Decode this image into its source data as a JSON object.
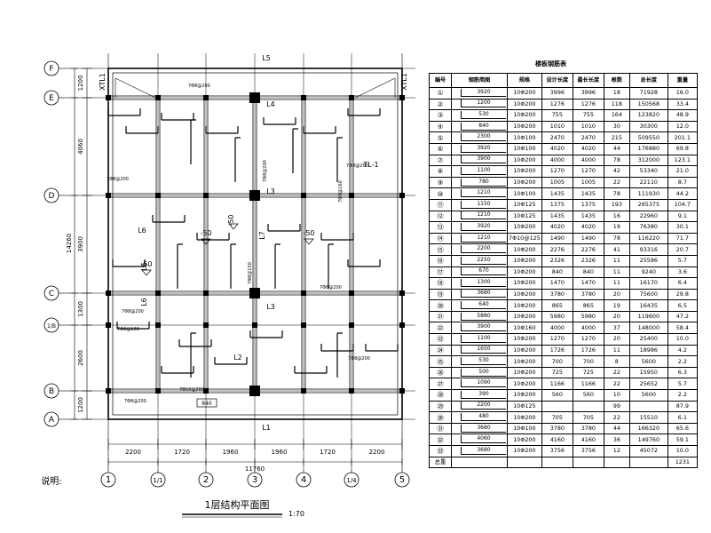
{
  "plan": {
    "title": "1层结构平面图",
    "scale": "1:70",
    "note_label": "说明:",
    "top_beam": "L5",
    "bottom_beam": "L1",
    "row_axes": [
      "F",
      "E",
      "D",
      "C",
      "1/B",
      "B",
      "A"
    ],
    "row_dims": [
      "1200",
      "4060",
      "3900",
      "1300",
      "2600",
      "1200"
    ],
    "total_height": "14260",
    "col_axes": [
      "1",
      "1/1",
      "2",
      "3",
      "4",
      "1/4",
      "5"
    ],
    "col_dims": [
      "2200",
      "1720",
      "1960",
      "1960",
      "1720",
      "2200"
    ],
    "total_width": "11760",
    "beam_labels": [
      "L4",
      "L3",
      "L7",
      "L3",
      "L2",
      "TL-1",
      "XTL1",
      "XTL1",
      "L6",
      "L6",
      "L6"
    ],
    "elevations": [
      "-50",
      "-50",
      "-50",
      "-50"
    ],
    "rebar_notes": [
      "7Φ8@200",
      "7Φ8@200",
      "7Φ8@200",
      "7Φ8@150",
      "7Φ8@200",
      "7Φ8@160",
      "7Φ10@200",
      "7Φ8@100",
      "7Φ8@200",
      "7Φ8@200",
      "7Φ8@200",
      "7Φ8@200"
    ],
    "stair_dim": "840"
  },
  "table": {
    "title": "楼板钢筋表",
    "headers": [
      "编号",
      "钢筋简图",
      "规格",
      "设计长度",
      "最长长度",
      "根数",
      "总长度",
      "重量"
    ],
    "rows": [
      {
        "no": "1",
        "shape": "3920",
        "spec": "10Φ200",
        "design": "3996",
        "max": "3996",
        "count": "18",
        "total": "71928",
        "weight": "16.0"
      },
      {
        "no": "2",
        "shape": "1200",
        "spec": "10Φ200",
        "design": "1276",
        "max": "1276",
        "count": "118",
        "total": "150568",
        "weight": "33.4"
      },
      {
        "no": "3",
        "shape": "530",
        "spec": "10Φ200",
        "design": "755",
        "max": "755",
        "count": "164",
        "total": "123820",
        "weight": "48.9"
      },
      {
        "no": "4",
        "shape": "840",
        "spec": "10Φ200",
        "design": "1010",
        "max": "1010",
        "count": "30",
        "total": "30300",
        "weight": "12.0"
      },
      {
        "no": "5",
        "shape": "2300",
        "spec": "10Φ100",
        "design": "2470",
        "max": "2470",
        "count": "215",
        "total": "509550",
        "weight": "201.1"
      },
      {
        "no": "6",
        "shape": "3920",
        "spec": "10Φ100",
        "design": "4020",
        "max": "4020",
        "count": "44",
        "total": "176880",
        "weight": "69.8"
      },
      {
        "no": "7",
        "shape": "3900",
        "spec": "10Φ200",
        "design": "4000",
        "max": "4000",
        "count": "78",
        "total": "312000",
        "weight": "123.1"
      },
      {
        "no": "8",
        "shape": "1100",
        "spec": "10Φ200",
        "design": "1270",
        "max": "1270",
        "count": "42",
        "total": "53340",
        "weight": "21.0"
      },
      {
        "no": "9",
        "shape": "780",
        "spec": "10Φ200",
        "design": "1005",
        "max": "1005",
        "count": "22",
        "total": "22110",
        "weight": "8.7"
      },
      {
        "no": "10",
        "shape": "1210",
        "spec": "10Φ100",
        "design": "1435",
        "max": "1435",
        "count": "78",
        "total": "111930",
        "weight": "44.2"
      },
      {
        "no": "11",
        "shape": "1150",
        "spec": "10Φ125",
        "design": "1375",
        "max": "1375",
        "count": "193",
        "total": "265375",
        "weight": "104.7"
      },
      {
        "no": "12",
        "shape": "1210",
        "spec": "10Φ125",
        "design": "1435",
        "max": "1435",
        "count": "16",
        "total": "22960",
        "weight": "9.1"
      },
      {
        "no": "13",
        "shape": "3920",
        "spec": "10Φ200",
        "design": "4020",
        "max": "4020",
        "count": "19",
        "total": "76380",
        "weight": "30.1"
      },
      {
        "no": "14",
        "shape": "1210",
        "spec": "7Φ10@125",
        "design": "1490",
        "max": "1490",
        "count": "78",
        "total": "116220",
        "weight": "71.7"
      },
      {
        "no": "15",
        "shape": "2200",
        "spec": "10Φ200",
        "design": "2276",
        "max": "2276",
        "count": "41",
        "total": "93316",
        "weight": "20.7"
      },
      {
        "no": "16",
        "shape": "2250",
        "spec": "10Φ200",
        "design": "2326",
        "max": "2326",
        "count": "11",
        "total": "25586",
        "weight": "5.7"
      },
      {
        "no": "17",
        "shape": "670",
        "spec": "10Φ200",
        "design": "840",
        "max": "840",
        "count": "11",
        "total": "9240",
        "weight": "3.6"
      },
      {
        "no": "18",
        "shape": "1300",
        "spec": "10Φ200",
        "design": "1470",
        "max": "1470",
        "count": "11",
        "total": "16170",
        "weight": "6.4"
      },
      {
        "no": "19",
        "shape": "3680",
        "spec": "10Φ200",
        "design": "3780",
        "max": "3780",
        "count": "20",
        "total": "75600",
        "weight": "29.8"
      },
      {
        "no": "20",
        "shape": "640",
        "spec": "10Φ200",
        "design": "865",
        "max": "865",
        "count": "19",
        "total": "16435",
        "weight": "6.5"
      },
      {
        "no": "21",
        "shape": "5880",
        "spec": "10Φ200",
        "design": "5980",
        "max": "5980",
        "count": "20",
        "total": "119600",
        "weight": "47.2"
      },
      {
        "no": "22",
        "shape": "3900",
        "spec": "10Φ160",
        "design": "4000",
        "max": "4000",
        "count": "37",
        "total": "148000",
        "weight": "58.4"
      },
      {
        "no": "23",
        "shape": "1100",
        "spec": "10Φ200",
        "design": "1270",
        "max": "1270",
        "count": "20",
        "total": "25400",
        "weight": "10.0"
      },
      {
        "no": "24",
        "shape": "1650",
        "spec": "10Φ200",
        "design": "1726",
        "max": "1726",
        "count": "11",
        "total": "18986",
        "weight": "4.2"
      },
      {
        "no": "25",
        "shape": "530",
        "spec": "10Φ200",
        "design": "700",
        "max": "700",
        "count": "8",
        "total": "5600",
        "weight": "2.2"
      },
      {
        "no": "26",
        "shape": "500",
        "spec": "10Φ200",
        "design": "725",
        "max": "725",
        "count": "22",
        "total": "15950",
        "weight": "6.3"
      },
      {
        "no": "27",
        "shape": "1090",
        "spec": "10Φ200",
        "design": "1166",
        "max": "1166",
        "count": "22",
        "total": "25652",
        "weight": "5.7"
      },
      {
        "no": "28",
        "shape": "390",
        "spec": "10Φ200",
        "design": "560",
        "max": "560",
        "count": "10",
        "total": "5600",
        "weight": "2.2"
      },
      {
        "no": "29",
        "shape": "2200",
        "spec": "10Φ125",
        "design": "",
        "max": "",
        "count": "99",
        "total": "",
        "weight": "87.9"
      },
      {
        "no": "30",
        "shape": "480",
        "spec": "10Φ200",
        "design": "705",
        "max": "705",
        "count": "22",
        "total": "15510",
        "weight": "6.1"
      },
      {
        "no": "31",
        "shape": "3680",
        "spec": "10Φ100",
        "design": "3780",
        "max": "3780",
        "count": "44",
        "total": "166320",
        "weight": "65.6"
      },
      {
        "no": "32",
        "shape": "4060",
        "spec": "10Φ200",
        "design": "4160",
        "max": "4160",
        "count": "36",
        "total": "149760",
        "weight": "59.1"
      },
      {
        "no": "33",
        "shape": "3680",
        "spec": "10Φ200",
        "design": "3756",
        "max": "3756",
        "count": "12",
        "total": "45072",
        "weight": "10.0"
      }
    ],
    "total_label": "总重",
    "total_weight": "1231"
  }
}
